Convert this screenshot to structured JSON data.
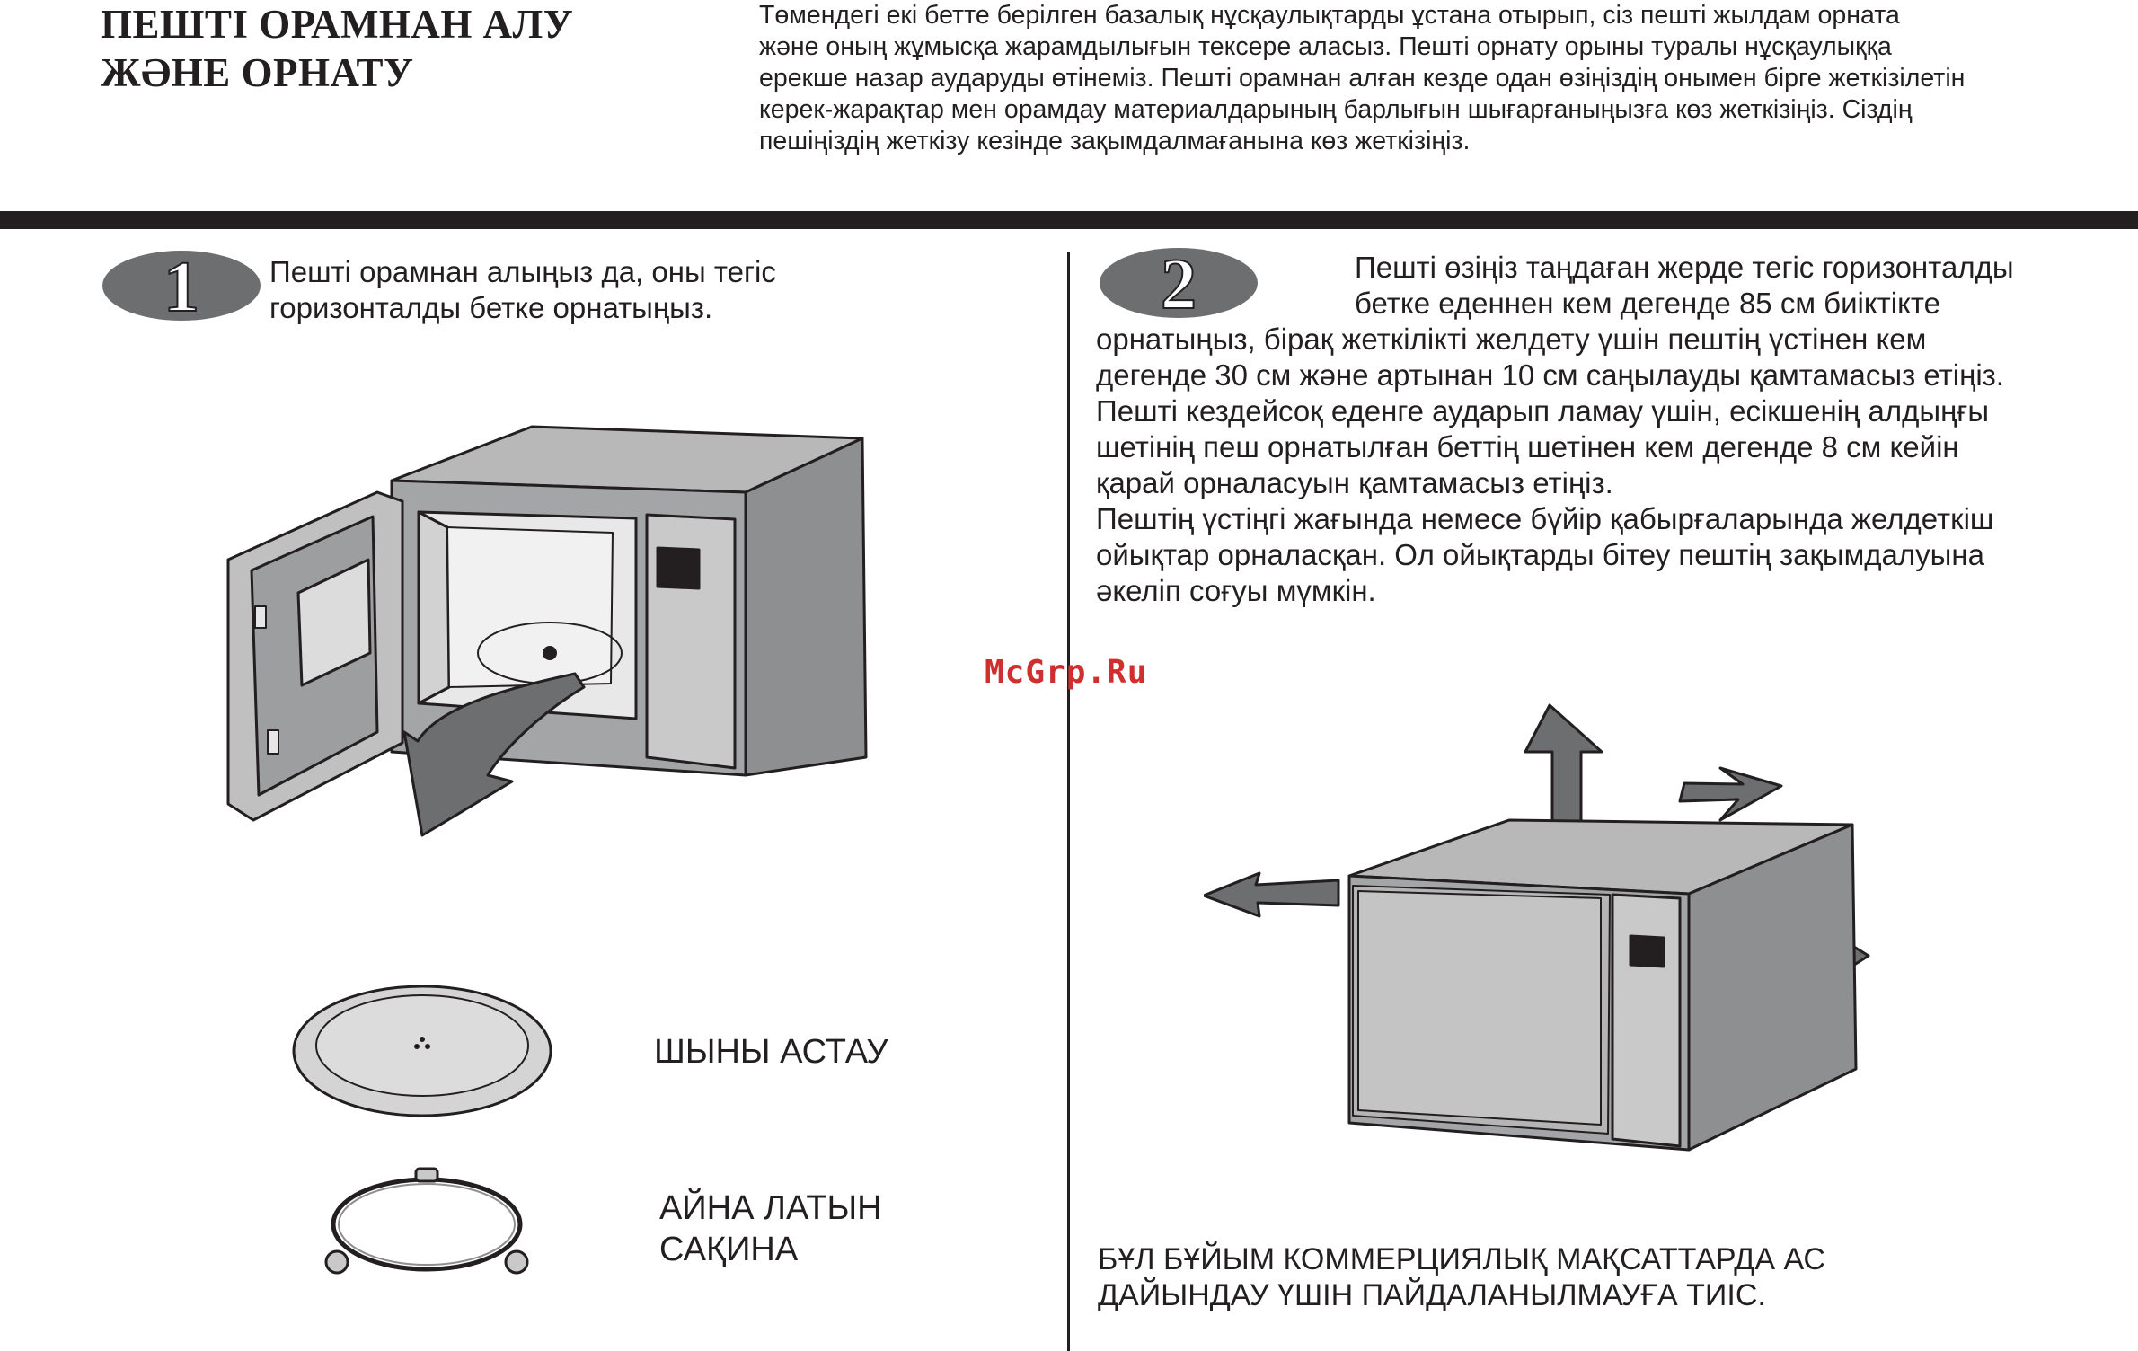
{
  "header": {
    "title_lines": [
      "ПЕШТІ ОРАМНАН АЛУ",
      "ЖӘНЕ ОРНАТУ"
    ],
    "intro_lines": [
      "Төмендегі екі бетте берілген базалық нұсқаулықтарды ұстана отырып, сіз пешті жылдам орната",
      "және оның жұмысқа жарамдылығын тексере аласыз. Пешті орнату орыны туралы нұсқаулыққа",
      "ерекше назар аударуды өтінеміз. Пешті орамнан алған кезде одан өзіңіздің онымен бірге жеткізілетін",
      "керек-жарақтар мен орамдау материалдарының барлығын шығарғаныңызға көз жеткізіңіз. Сіздің",
      "пешіңіздің жеткізу кезінде зақымдалмағанына көз жеткізіңіз."
    ]
  },
  "step1": {
    "number": "1",
    "text_lines": [
      "Пешті орамнан алыңыз да, оны тегіс",
      "горизонталды бетке орнатыңыз."
    ],
    "glass_tray_label": "ШЫНЫ АСТАУ",
    "ring_label_lines": [
      "АЙНА  ЛАТЫН",
      "САҚИНА"
    ]
  },
  "step2": {
    "number": "2",
    "text_lines": [
      "Пешті өзіңіз таңдаған жерде тегіс горизонталды",
      "бетке еденнен кем дегенде 85 см биіктікте",
      "орнатыңыз, бірақ жеткілікті желдету үшін пештің  үстінен кем",
      "дегенде 30 см және артынан 10 см саңылауды  қамтамасыз етіңіз.",
      "Пешті кездейсоқ еденге аударып ламау үшін,  есікшенің алдыңғы",
      "шетінің пеш орнатылған беттің шетінен кем  дегенде 8 см  кейін",
      "қарай орналасуын қамтамасыз етіңіз.",
      "Пештің  үстіңгі жағында немесе  бүйір  қабырғаларында желдеткіш",
      "ойықтар орналасқан. Ол ойықтарды бітеу пештің зақымдалуына",
      "әкеліп соғуы мүмкін."
    ],
    "notice_lines": [
      "БҰЛ БҰЙЫМ  КОММЕРЦИЯЛЫҚ  МАҚСАТТАРДА  АС",
      "ДАЙЫНДАУ ҮШІН ПАЙДАЛАНЫЛМАУҒА ТИІС."
    ]
  },
  "watermark": "McGrp.Ru",
  "colors": {
    "ink": "#231f20",
    "badge": "#6d6e70",
    "appliance": "#c9c9ca",
    "watermark": "#cf2f2f"
  }
}
